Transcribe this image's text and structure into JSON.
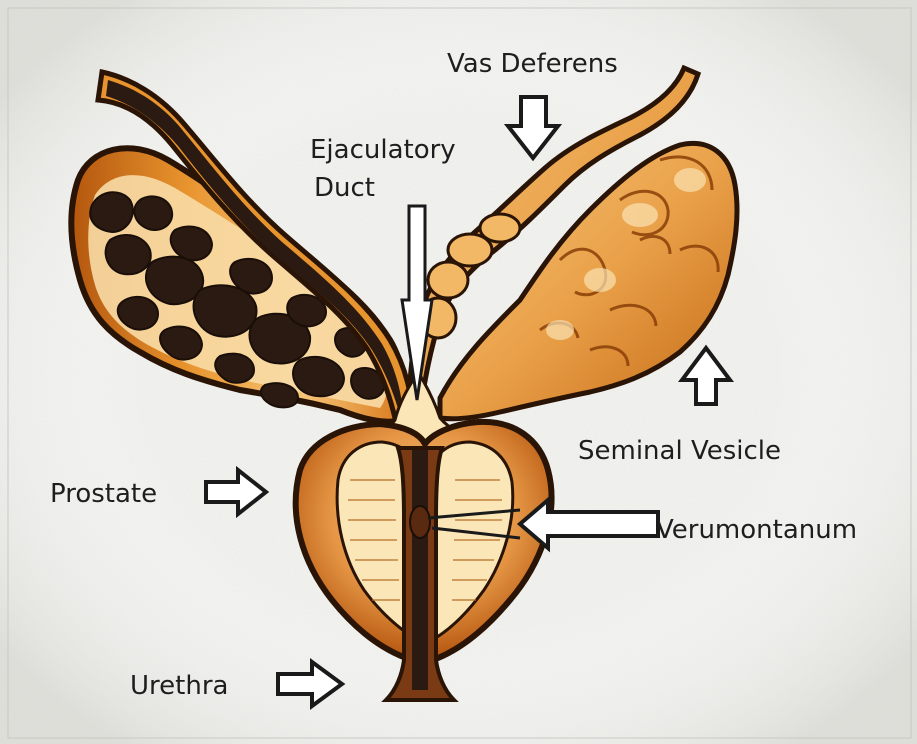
{
  "labels": {
    "vas_deferens": "Vas Deferens",
    "ejaculatory_duct_line1": "Ejaculatory",
    "ejaculatory_duct_line2": "Duct",
    "seminal_vesicle": "Seminal Vesicle",
    "prostate": "Prostate",
    "verumontanum": "Verumontanum",
    "urethra": "Urethra"
  },
  "colors": {
    "tissue_outline": "#2a1406",
    "tissue_dark": "#b4570f",
    "tissue_mid": "#e8942e",
    "tissue_light": "#fbe6b8",
    "duct_dark": "#2a1a12",
    "background": "#f2f2ef"
  }
}
